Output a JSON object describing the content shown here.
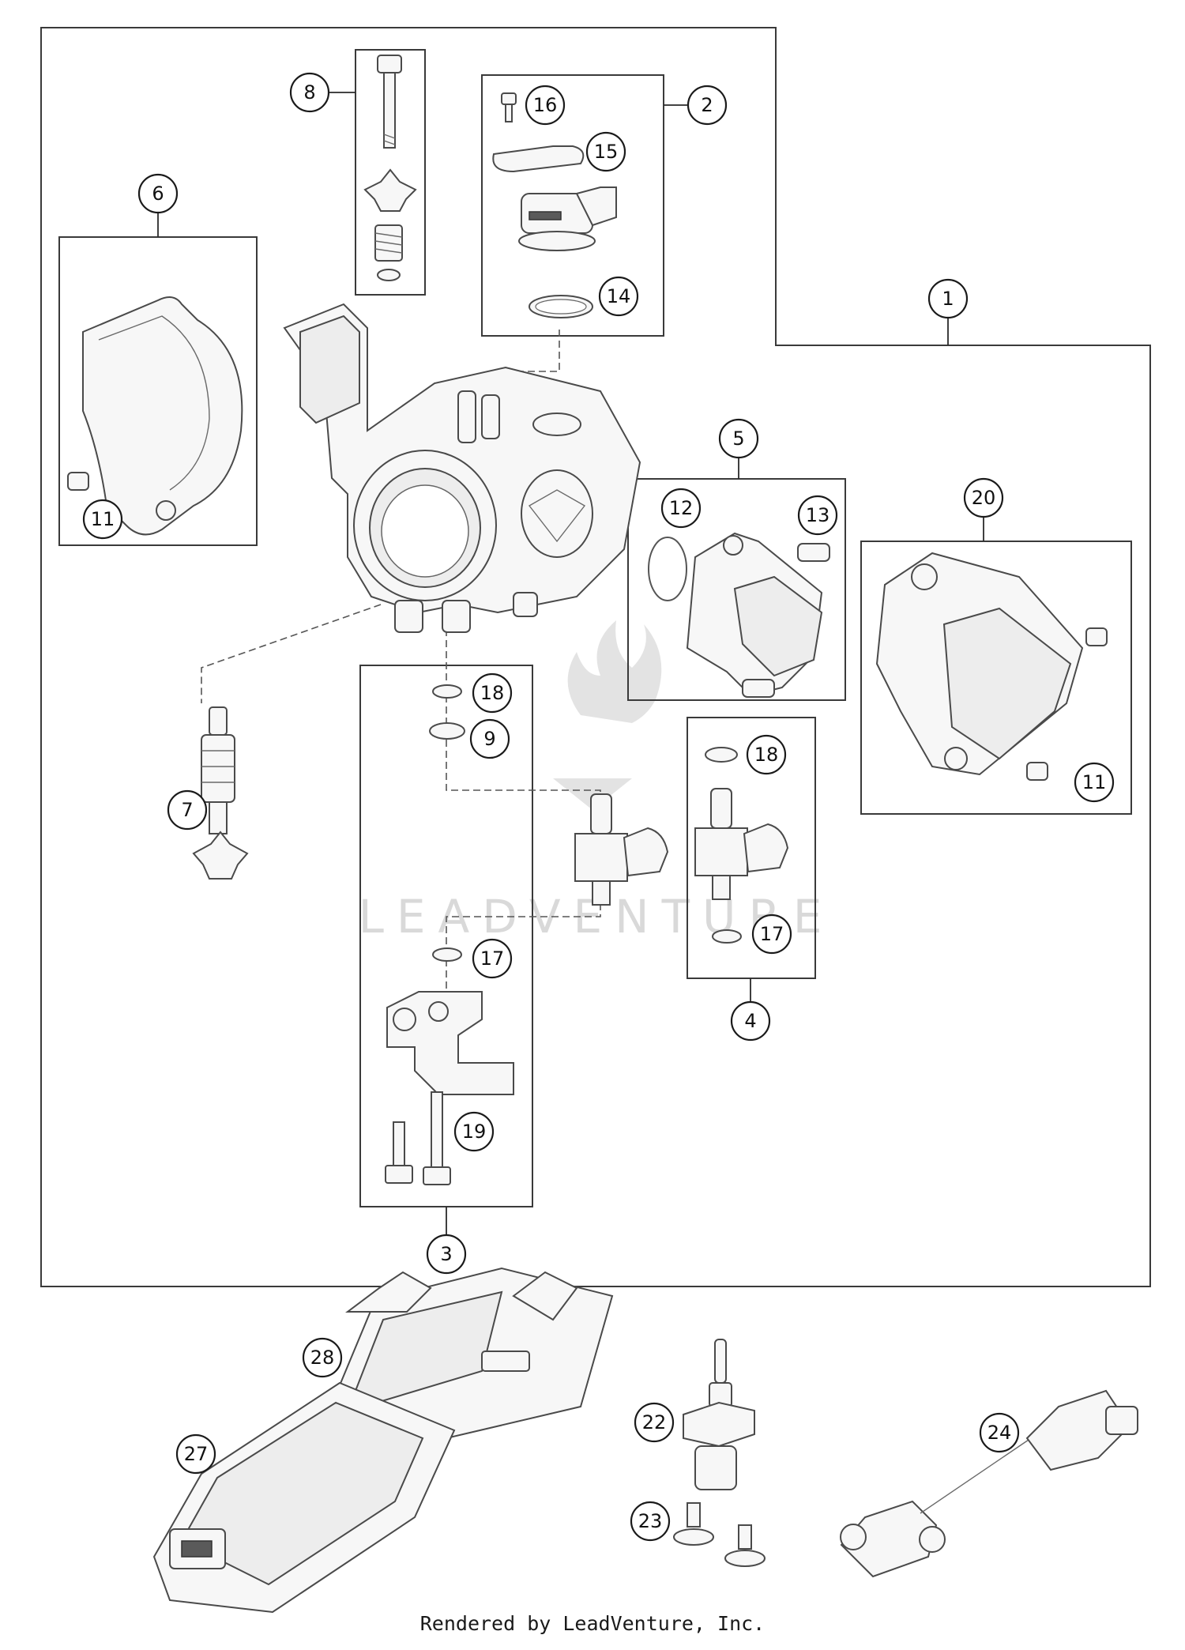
{
  "callouts": {
    "c1": "1",
    "c2": "2",
    "c3": "3",
    "c4": "4",
    "c5": "5",
    "c6": "6",
    "c7": "7",
    "c8": "8",
    "c9": "9",
    "c11a": "11",
    "c11b": "11",
    "c12": "12",
    "c13": "13",
    "c14": "14",
    "c15": "15",
    "c16": "16",
    "c17a": "17",
    "c17b": "17",
    "c18a": "18",
    "c18b": "18",
    "c19": "19",
    "c20": "20",
    "c22": "22",
    "c23": "23",
    "c24": "24",
    "c27": "27",
    "c28": "28"
  },
  "watermark": "LEADVENTURE",
  "footer": "Rendered by LeadVenture, Inc."
}
